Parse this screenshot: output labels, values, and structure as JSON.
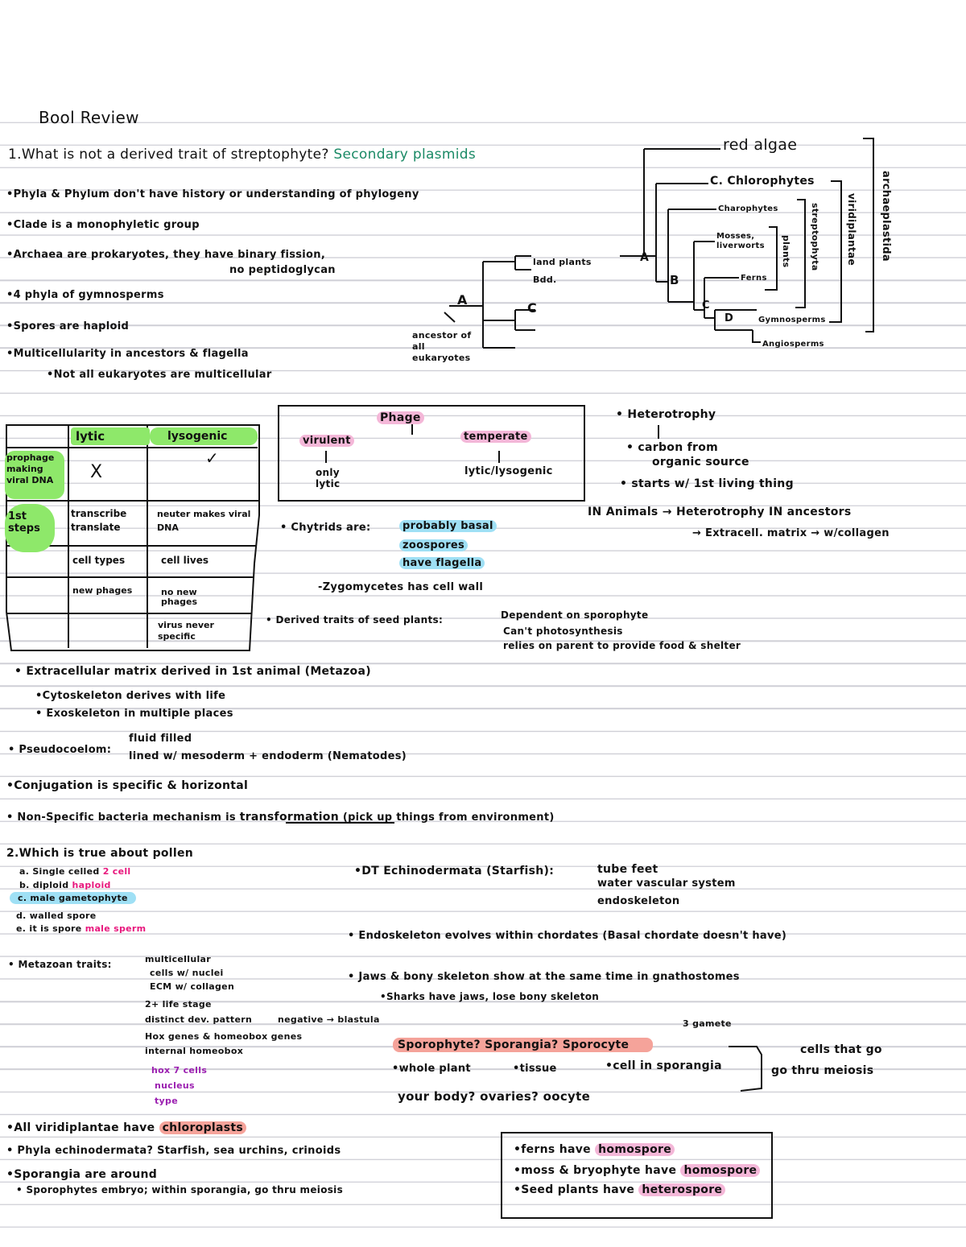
{
  "title": "Bool Review",
  "q1": {
    "question": "1.What is not a derived trait of streptophyte?",
    "answer": "Secondary plasmids",
    "notes": [
      "•Phyla & Phylum don't have history or understanding of phylogeny",
      "•Clade is a monophyletic group",
      "•Archaea are prokaryotes, they have binary fission,",
      "no peptidoglycan",
      "•4 phyla of gymnosperms",
      "•Spores are haploid",
      "•Multicellularity in ancestors & flagella",
      "•Not all eukaryotes are multicellular"
    ]
  },
  "small_tree": {
    "label_a": "A",
    "ancestor_label": "ancestor of all eukaryotes",
    "leaf1": "land plants",
    "leaf2": "Bdd.",
    "node_c": "C"
  },
  "big_tree": {
    "leaves": [
      "red algae",
      "C. Chlorophytes",
      "Charophytes",
      "Mosses, liverworts",
      "Ferns",
      "Gymnosperms",
      "Angiosperms"
    ],
    "nodes": [
      "A",
      "B",
      "C",
      "D"
    ],
    "brackets": [
      "archaeplastida",
      "viridiplantae",
      "streptophyta",
      "plants"
    ]
  },
  "table": {
    "headers": [
      "lytic",
      "lysogenic"
    ],
    "rows": [
      {
        "label": "prophage making viral DNA",
        "lytic": "X",
        "lysogenic": "✓"
      },
      {
        "label": "1st steps",
        "lytic": "transcribe translate",
        "lysogenic": "neuter makes viral DNA"
      },
      {
        "label": "",
        "lytic": "cell types",
        "lysogenic": "cell lives"
      },
      {
        "label": "",
        "lytic": "new phages",
        "lysogenic": "no new phages"
      },
      {
        "label": "",
        "lytic": "",
        "lysogenic": "virus never specific"
      }
    ]
  },
  "phage": {
    "title": "Phage",
    "virulent": "virulent",
    "virulent_result": "only lytic",
    "temperate": "temperate",
    "temperate_result": "lytic/lysogenic"
  },
  "heterotrophy": {
    "title": "• Heterotrophy",
    "line1": "• carbon from",
    "line2": "organic source",
    "line3": "• starts w/ 1st living thing"
  },
  "animals": {
    "line1": "IN Animals → Heterotrophy IN ancestors",
    "line2": "→ Extracell. matrix → w/collagen"
  },
  "chytrids": {
    "label": "• Chytrids are:",
    "items": [
      "probably basal",
      "zoospores",
      "have flagella"
    ],
    "zygo": "-Zygomycetes has cell wall"
  },
  "seed_plants": {
    "label": "• Derived traits of seed plants:",
    "items": [
      "Dependent on sporophyte",
      "Can't photosynthesis",
      "relies on parent to provide food & shelter"
    ]
  },
  "ecm": {
    "line1": "• Extracellular matrix derived in 1st animal (Metazoa)",
    "line2": "•Cytoskeleton derives with life",
    "line3": "• Exoskeleton in multiple places"
  },
  "pseudocoelom": {
    "label": "• Pseudocoelom:",
    "line1": "fluid filled",
    "line2": "lined w/ mesoderm + endoderm (Nematodes)"
  },
  "conjugation": "•Conjugation is specific & horizontal",
  "nonspecific": {
    "prefix": "• Non-Specific bacteria mechanism is",
    "term": "transformation",
    "suffix": "(pick up things from environment)"
  },
  "q2": {
    "question": "2.Which is true about pollen",
    "a": "a. Single celled",
    "a_note": "2 cell",
    "b": "b. diploid",
    "b_note": "haploid",
    "c": "c. male gametophyte",
    "d": "d. walled spore",
    "e": "e. it is spore",
    "e_note": "male sperm"
  },
  "metazoan": {
    "label": "• Metazoan traits:",
    "items": [
      "multicellular",
      "cells w/ nuclei",
      "ECM w/ collagen",
      "2+ life stage",
      "distinct dev. pattern",
      "Hox genes & homeobox genes",
      "internal homeobox"
    ],
    "side": "negative → blastula",
    "purple": [
      "hox 7 cells",
      "nucleus",
      "type"
    ]
  },
  "echino": {
    "label": "•DT Echinodermata (Starfish):",
    "items": [
      "tube feet",
      "water vascular system",
      "endoskeleton"
    ]
  },
  "endoskeleton": "• Endoskeleton evolves within chordates (Basal chordate doesn't have)",
  "jaws": {
    "line1": "• Jaws & bony skeleton show at the same time in gnathostomes",
    "line2": "•Sharks have jaws, lose bony skeleton"
  },
  "life_cycle": {
    "sporangium_note": "3 gamete",
    "chain": "Sporophyte? Sporangia? Sporocyte",
    "col1": "•whole plant",
    "col2": "•tissue",
    "col3": "•cell in sporangia",
    "body": "your body? ovaries? oocyte",
    "right1": "cells that go",
    "right2": "go thru meiosis"
  },
  "viridiplantae": {
    "prefix": "•All viridiplantae have",
    "term": "chloroplasts"
  },
  "echinoderms": "• Phyla echinodermata? Starfish, sea urchins, crinoids",
  "sporangia": {
    "line1": "•Sporangia are around",
    "line2": "• Sporophytes embryo; within sporangia, go thru meiosis"
  },
  "spore_box": {
    "line1": "•ferns have",
    "line1_term": "homospore",
    "line2": "•moss & bryophyte have",
    "line2_term": "homospore",
    "line3": "•Seed plants have",
    "line3_term": "heterospore"
  }
}
